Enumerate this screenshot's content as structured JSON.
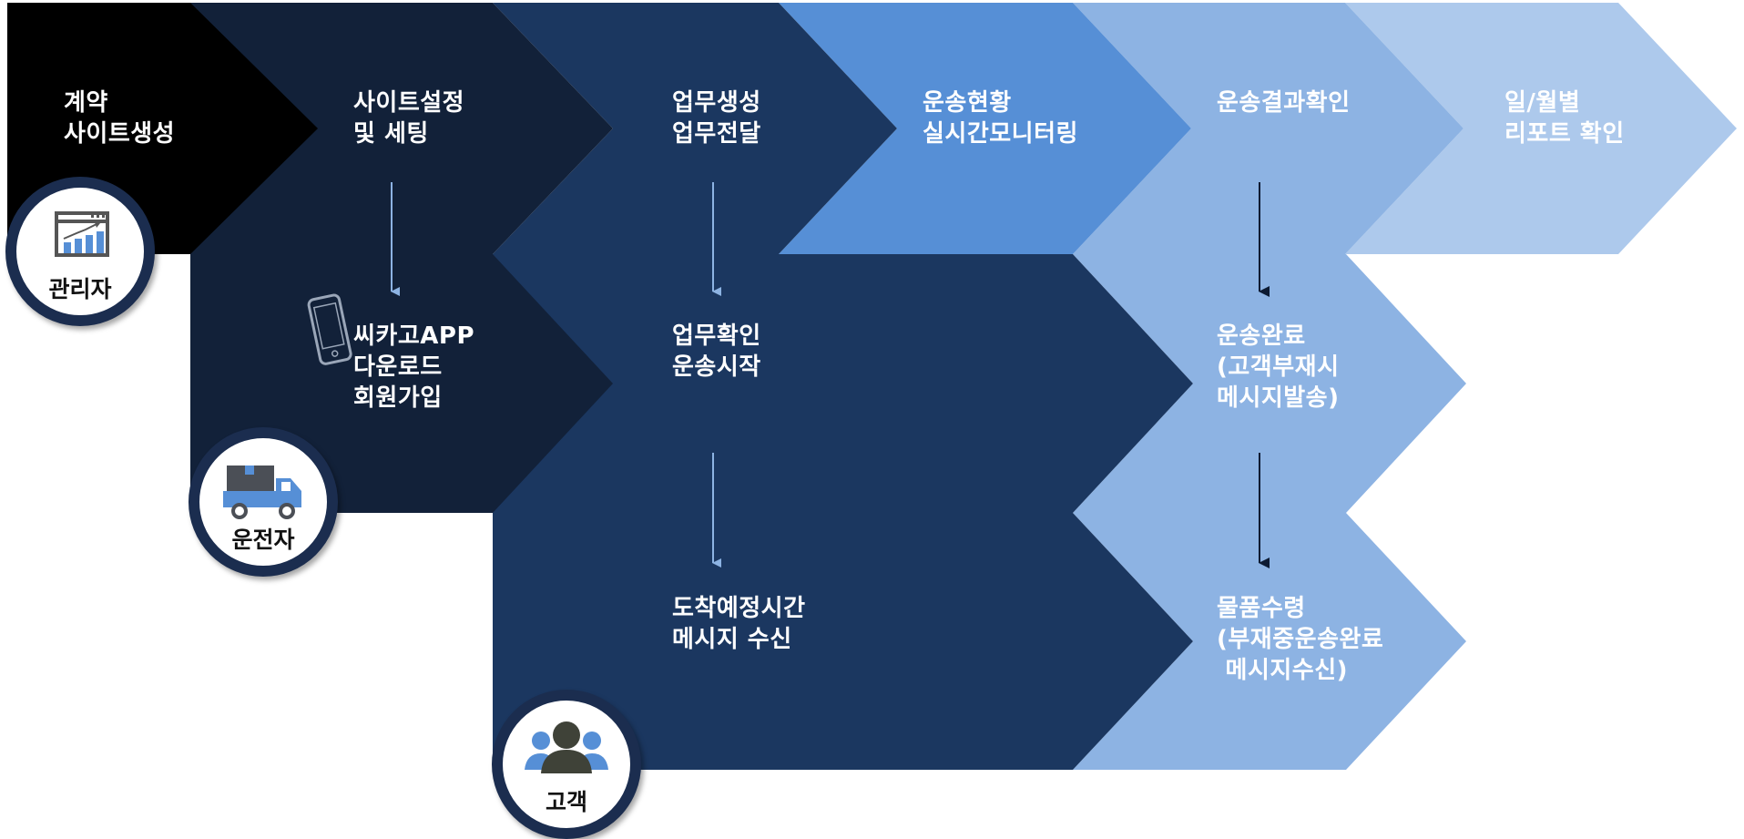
{
  "colors": {
    "black": "#000000",
    "navy_dark": "#122139",
    "navy": "#1b3760",
    "blue": "#568fd6",
    "light_blue": "#8db3e3",
    "pale_blue": "#adc9ec",
    "badge_border": "#1b2d4f",
    "arrow_light": "#8db3e3",
    "arrow_dark": "#0d1b33"
  },
  "top_steps": [
    {
      "id": "contract",
      "text": "계약\n사이트생성"
    },
    {
      "id": "site_setup",
      "text": "사이트설정\n및 세팅"
    },
    {
      "id": "task_create",
      "text": "업무생성\n업무전달"
    },
    {
      "id": "realtime",
      "text": "운송현황\n실시간모니터링"
    },
    {
      "id": "result",
      "text": "운송결과확인"
    },
    {
      "id": "report",
      "text": "일/월별\n리포트 확인"
    }
  ],
  "driver_steps": [
    {
      "id": "app",
      "text": "씨카고APP\n다운로드\n회원가입"
    },
    {
      "id": "task_confirm",
      "text": "업무확인\n운송시작"
    },
    {
      "id": "delivery_done",
      "text": "운송완료\n(고객부재시\n메시지발송)"
    }
  ],
  "customer_steps": [
    {
      "id": "eta",
      "text": "도착예정시간\n메시지 수신"
    },
    {
      "id": "received",
      "text": "물품수령\n(부재중운송완료\n 메시지수신)"
    }
  ],
  "roles": [
    {
      "id": "admin",
      "name": "관리자",
      "icon": "dashboard-chart-icon"
    },
    {
      "id": "driver",
      "name": "운전자",
      "icon": "truck-icon"
    },
    {
      "id": "customer",
      "name": "고객",
      "icon": "people-group-icon"
    }
  ],
  "decorations": {
    "phone_icon": "smartphone-icon"
  }
}
